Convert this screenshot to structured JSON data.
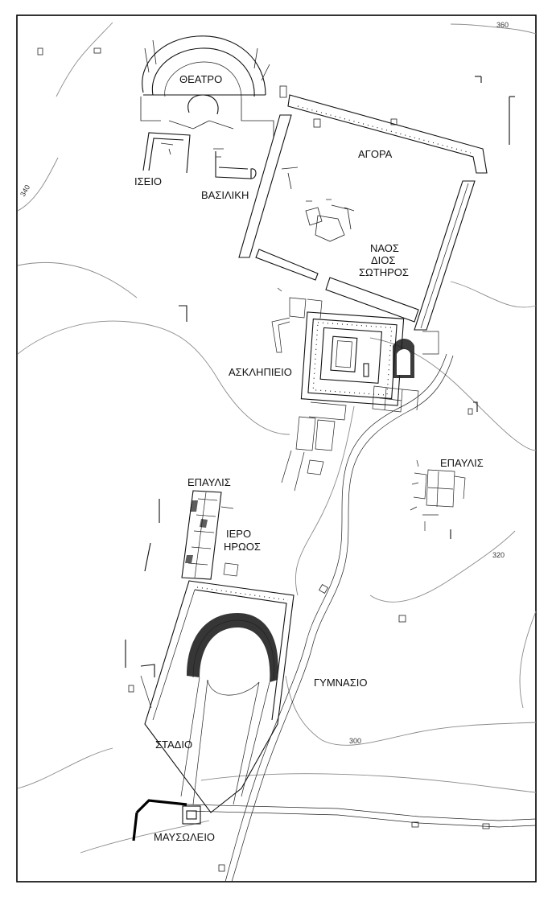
{
  "site_labels": {
    "theatre": "ΘΕΑΤΡΟ",
    "iseion": "ΙΣΕΙΟ",
    "basilica": "ΒΑΣΙΛΙΚΗ",
    "agora": "ΑΓΟΡΑ",
    "temple_line1": "ΝΑΟΣ",
    "temple_line2": "ΔΙΟΣ",
    "temple_line3": "ΣΩΤΗΡΟΣ",
    "asklepieion": "ΑΣΚΛΗΠΙΕΙΟ",
    "villa_west": "ΕΠΑΥΛΙΣ",
    "villa_east": "ΕΠΑΥΛΙΣ",
    "heroon_line1": "ΙΕΡΟ",
    "heroon_line2": "ΗΡΩΟΣ",
    "gymnasium": "ΓΥΜΝΑΣΙΟ",
    "stadium": "ΣΤΑΔΙΟ",
    "mausoleum": "ΜΑΥΣΩΛΕΙΟ"
  },
  "contour_labels": {
    "c340": "340",
    "c320": "320",
    "c300": "300",
    "c360": "360"
  },
  "colors": {
    "ink": "#111111",
    "contour": "#8a8a8a",
    "paper": "#ffffff"
  }
}
